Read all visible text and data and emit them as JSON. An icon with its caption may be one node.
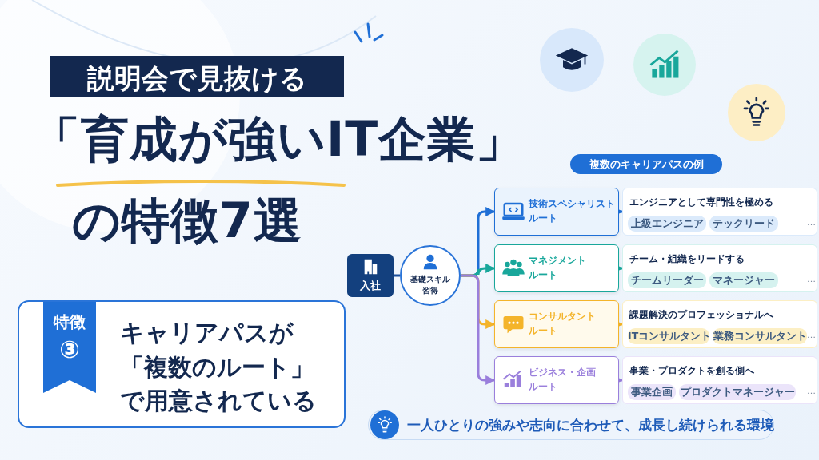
{
  "diagram": {
    "nodes": [
      {
        "text": [
          "説明会で見抜ける"
        ]
      },
      {
        "text": [
          "キャリアパスが「複数のルート」で用意されている"
        ]
      },
      {
        "text": [
          "特徴",
          "③"
        ],
        "in": 1
      },
      {
        "text": [
          "複数のキャリアパスの例"
        ]
      },
      {
        "text": [
          "入社"
        ]
      },
      {
        "text": [
          "基礎スキル習得"
        ]
      },
      {
        "text": [
          "技術スペシャリストルート"
        ]
      },
      {
        "text": [
          "エンジニアとして専門性を極める",
          "…"
        ]
      },
      {
        "text": [
          "上級エンジニア"
        ],
        "in": 7
      },
      {
        "text": [
          "テックリード"
        ],
        "in": 7
      },
      {
        "text": [
          "マネジメントルート"
        ]
      },
      {
        "text": [
          "チーム・組織をリードする",
          "…"
        ]
      },
      {
        "text": [
          "チームリーダー"
        ],
        "in": 11
      },
      {
        "text": [
          "マネージャー"
        ],
        "in": 11
      },
      {
        "text": [
          "コンサルタントルート"
        ]
      },
      {
        "text": [
          "課題解決のプロフェッショナルへ",
          "…"
        ]
      },
      {
        "text": [
          "ITコンサルタント"
        ],
        "in": 15
      },
      {
        "text": [
          "業務コンサルタント"
        ],
        "in": 15
      },
      {
        "text": [
          "ビジネス・企画ルート"
        ]
      },
      {
        "text": [
          "事業・プロダクトを創る側へ",
          "…"
        ]
      },
      {
        "text": [
          "事業企画"
        ],
        "in": 19
      },
      {
        "text": [
          "プロダクトマネージャー"
        ],
        "in": 19
      },
      {
        "text": [
          "一人ひとりの強みや志向に合わせて、成長し続けられる環境"
        ]
      }
    ],
    "edges": [
      {
        "from": 4,
        "to": 5,
        "arrow": "none",
        "color": "#1a4f9c"
      },
      {
        "from": 5,
        "to": 6,
        "arrow": "to",
        "color": "#1f6fd6"
      },
      {
        "from": 5,
        "to": 10,
        "arrow": "to",
        "color": "#19a79b"
      },
      {
        "from": 5,
        "to": 14,
        "arrow": "to",
        "color": "#f4b42a"
      },
      {
        "from": 5,
        "to": 18,
        "arrow": "to",
        "color": "#9a7fdc"
      },
      {
        "from": 6,
        "to": 7,
        "arrow": "to",
        "color": "#1f6fd6"
      },
      {
        "from": 10,
        "to": 11,
        "arrow": "to",
        "color": "#19a79b"
      },
      {
        "from": 14,
        "to": 15,
        "arrow": "to",
        "color": "#f4b42a"
      },
      {
        "from": 18,
        "to": 19,
        "arrow": "to",
        "color": "#9a7fdc"
      }
    ],
    "labels": [
      "「育成が強いIT企業」",
      "の特徴7選"
    ]
  }
}
